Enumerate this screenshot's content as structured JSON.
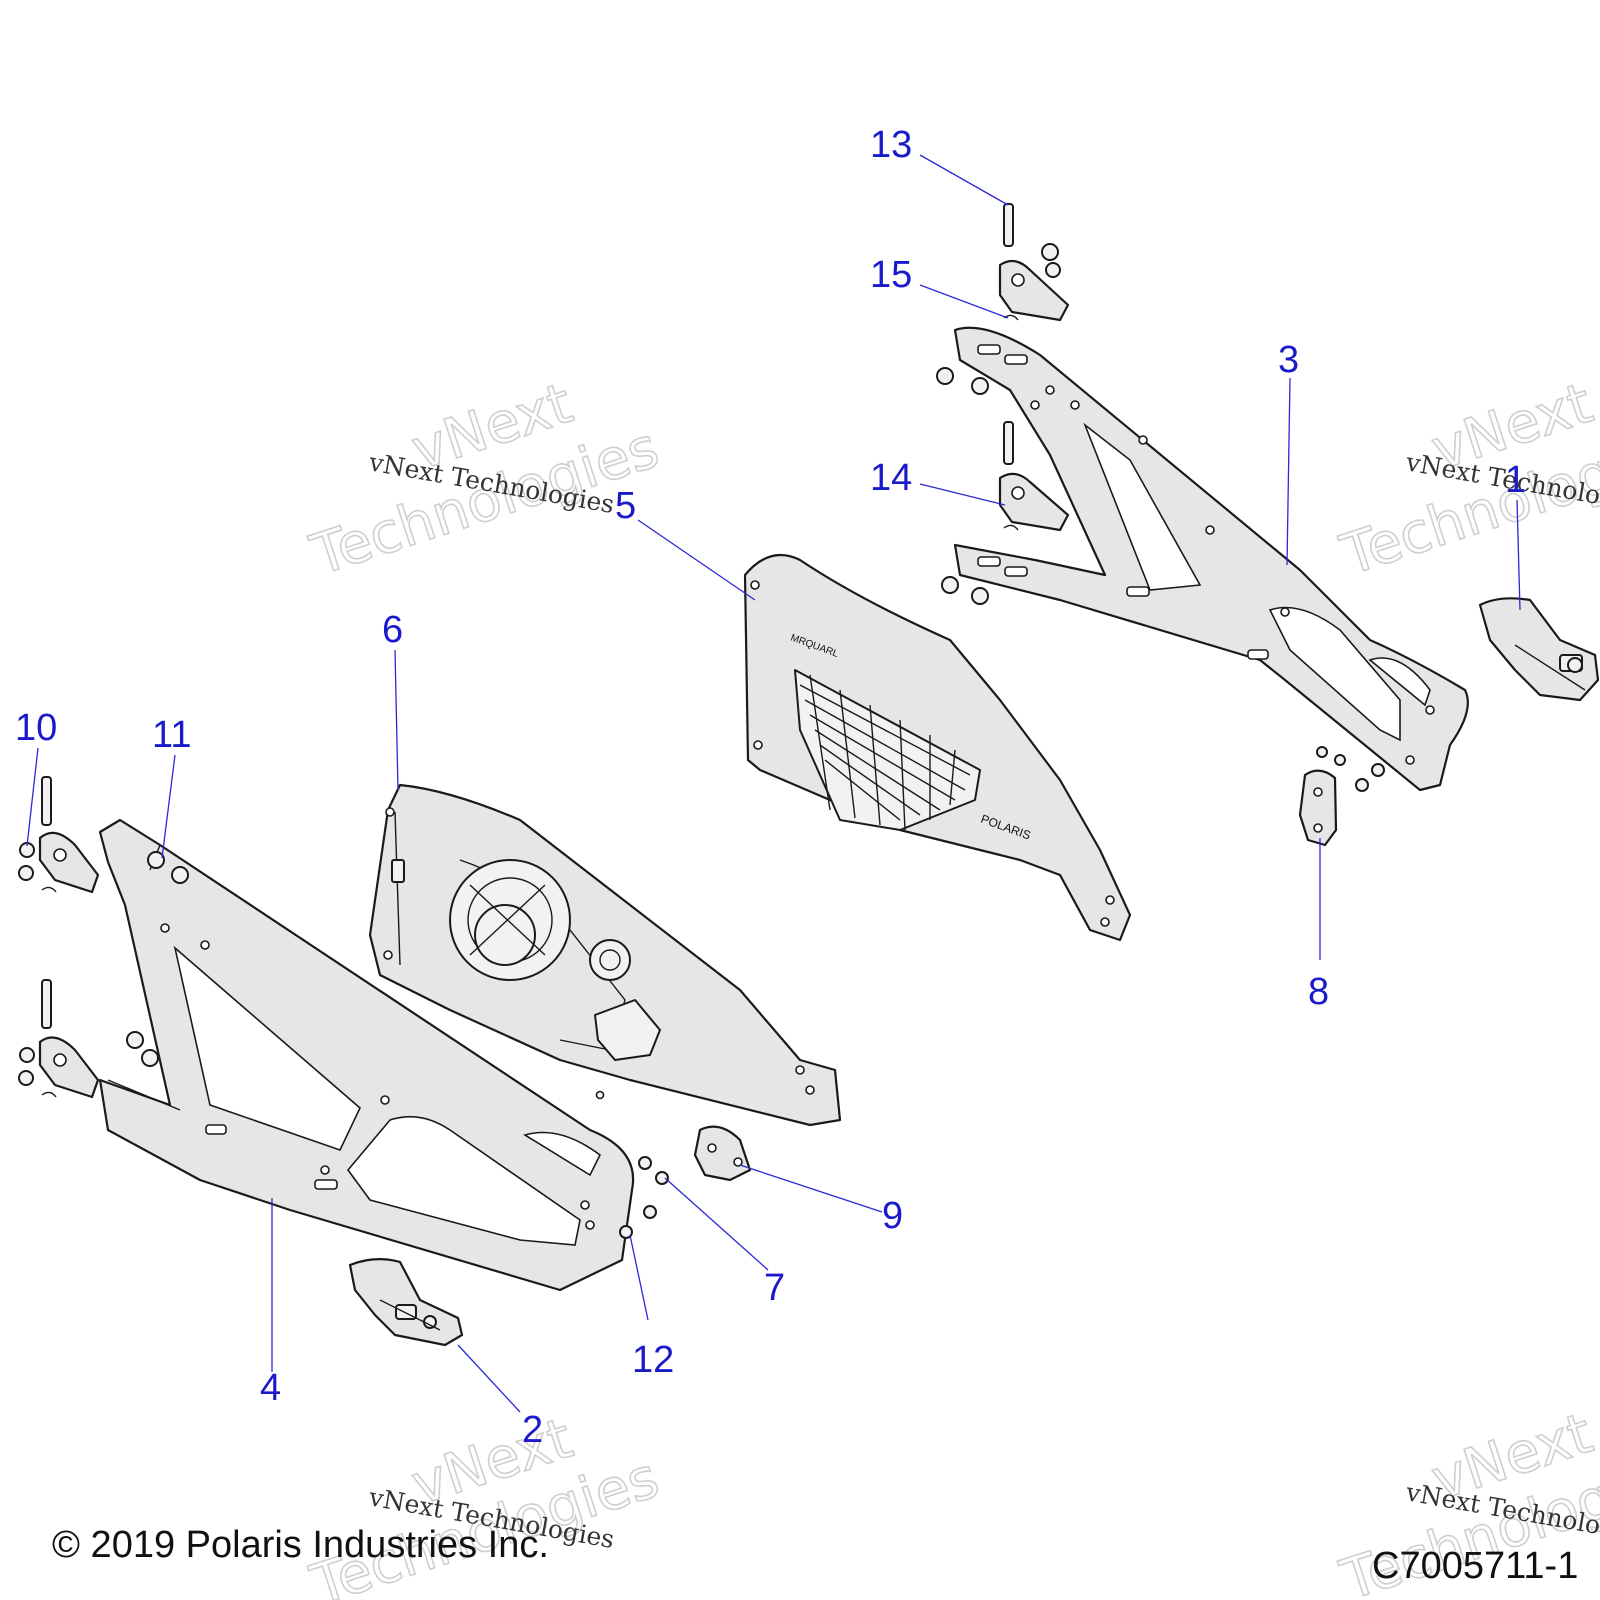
{
  "diagram": {
    "callouts": [
      "1",
      "2",
      "3",
      "4",
      "5",
      "6",
      "7",
      "8",
      "9",
      "10",
      "11",
      "12",
      "13",
      "14",
      "15"
    ],
    "watermark": {
      "big_line1": "vNext",
      "big_line2": "Technologies",
      "small": "vNext Technologies"
    },
    "copyright": "© 2019 Polaris Industries Inc.",
    "figure_id": "C7005711-1",
    "embossed_labels": {
      "speaker_brand": "MRQUARL",
      "panel_brand": "POLARIS"
    },
    "colors": {
      "callout": "#1a1acc",
      "leader": "#2a2ad6",
      "part_fill": "#e6e6e6",
      "outline": "#1a1a1a"
    }
  }
}
